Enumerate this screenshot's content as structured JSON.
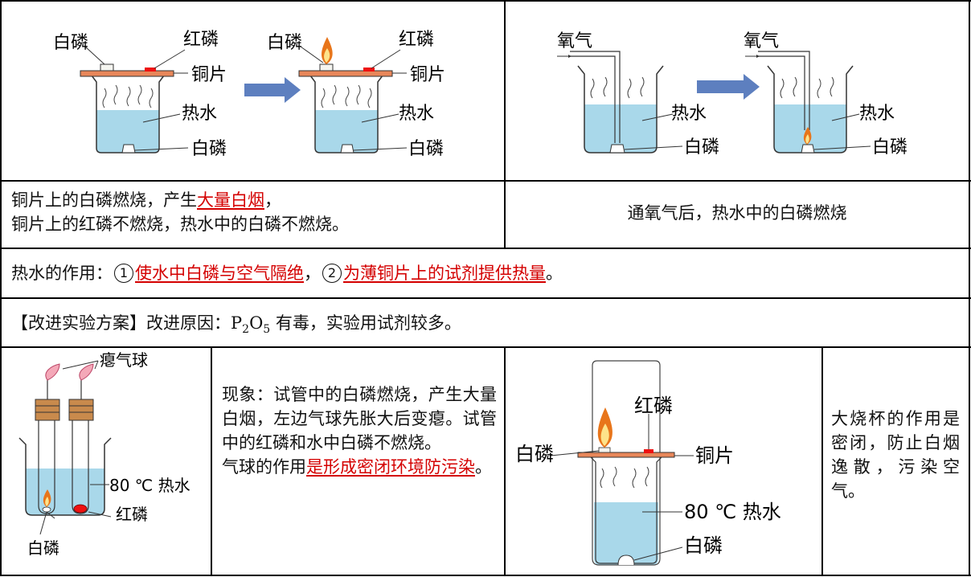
{
  "figure1": {
    "labels": {
      "white_p_top": "白磷",
      "red_p": "红磷",
      "copper": "铜片",
      "hot_water": "热水",
      "white_p_bottom": "白磷",
      "white_p_top_b": "白磷",
      "red_p_b": "红磷",
      "copper_b": "铜片",
      "hot_water_b": "热水",
      "white_p_bottom_b": "白磷"
    }
  },
  "figure2": {
    "labels": {
      "oxygen": "氧气",
      "hot_water": "热水",
      "white_p": "白磷",
      "oxygen_b": "氧气",
      "hot_water_b": "热水",
      "white_p_b": "白磷"
    }
  },
  "row2": {
    "left_line1_prefix": "铜片上的白磷燃烧，产生",
    "left_line1_red": "大量白烟",
    "left_line1_suffix": "，",
    "left_line2": "铜片上的红磷不燃烧，热水中的白磷不燃烧。",
    "right": "通氧气后，热水中的白磷燃烧"
  },
  "row3": {
    "prefix": "热水的作用：",
    "n1": "1",
    "part1": "使水中白磷与空气隔绝",
    "sep": "，",
    "n2": "2",
    "part2": "为薄铜片上的试剂提供热量",
    "suffix": "。"
  },
  "row4": {
    "text_a": "【改进实验方案】改进原因：P",
    "sub1": "2",
    "text_b": "O",
    "sub2": "5",
    "text_c": " 有毒，实验用试剂较多。"
  },
  "figure3": {
    "labels": {
      "balloon": "瘪气球",
      "hot_water": "80 ℃ 热水",
      "red_p": "红磷",
      "white_p": "白磷"
    }
  },
  "phenomenon": {
    "text": "现象：试管中的白磷燃烧，产生大量白烟，左边气球先胀大后变瘪。试管中的红磷和水中白磷不燃烧。",
    "balloon_prefix": "气球的作用",
    "balloon_red": "是形成密闭环境防污染",
    "balloon_suffix": "。"
  },
  "figure4": {
    "labels": {
      "red_p": "红磷",
      "white_p_top": "白磷",
      "copper": "铜片",
      "hot_water": "80 ℃ 热水",
      "white_p_bottom": "白磷"
    }
  },
  "big_beaker": {
    "text": "大烧杯的作用是密闭，防止白烟逸散，污染空气。"
  },
  "colors": {
    "water": "#a9d8ea",
    "copper": "#e8875a",
    "flame_outer": "#e8751a",
    "flame_inner": "#fde38a",
    "red_p": "#e11",
    "arrow": "#5d7fbf",
    "underline_red": "#d40000"
  }
}
